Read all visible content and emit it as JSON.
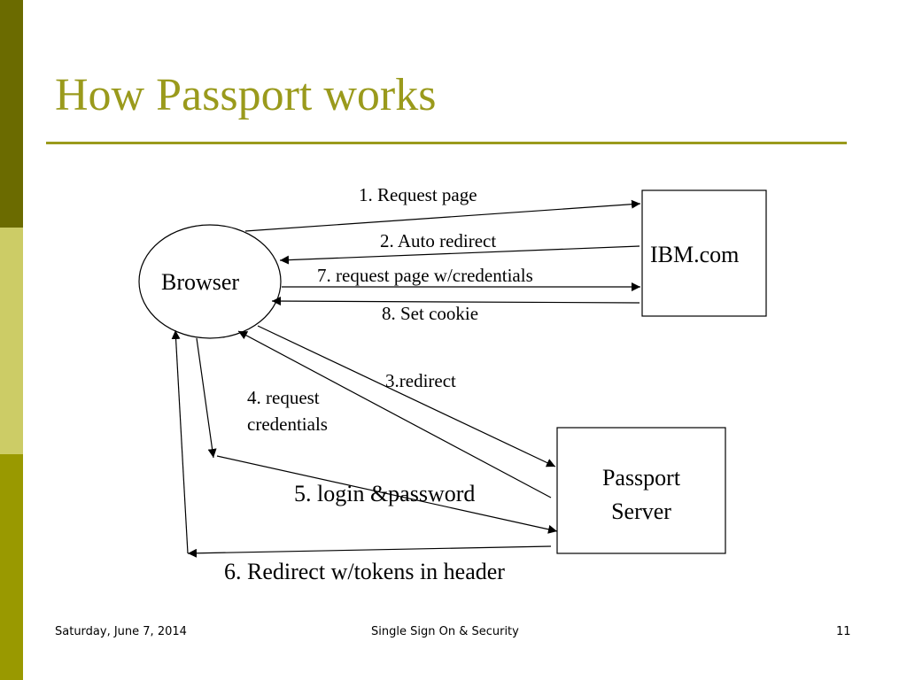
{
  "slide": {
    "title": "How Passport works",
    "colors": {
      "title": "#9a9a1c",
      "rule": "#9a9a1c",
      "sidebar_top": "#6b6b00",
      "sidebar_mid": "#cccc66",
      "sidebar_bottom": "#999900",
      "line": "#000000"
    }
  },
  "diagram": {
    "nodes": {
      "browser": "Browser",
      "ibm": "IBM.com",
      "passport_line1": "Passport",
      "passport_line2": "Server"
    },
    "steps": {
      "s1": "1. Request page",
      "s2": "2. Auto redirect",
      "s7": "7. request page w/credentials",
      "s8": "8. Set cookie",
      "s3": "3.redirect",
      "s4_line1": "4. request",
      "s4_line2": "credentials",
      "s5": "5. login &password",
      "s6": "6. Redirect w/tokens in header"
    }
  },
  "footer": {
    "date": "Saturday, June 7, 2014",
    "center": "Single Sign On & Security",
    "page": "11"
  }
}
